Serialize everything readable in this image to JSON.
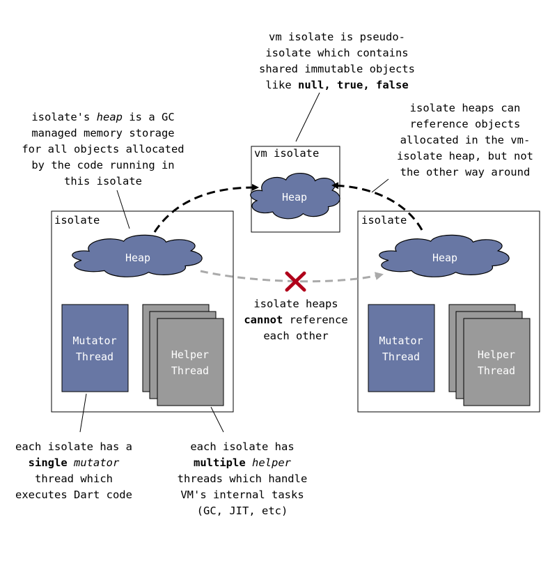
{
  "colors": {
    "heap_fill": "#6877a4",
    "mutator_fill": "#6877a4",
    "helper_fill": "#9a9a9a",
    "broken_arrow": "#aaaaaa",
    "cross": "#b0001a"
  },
  "vm_isolate": {
    "label": "vm isolate",
    "heap_label": "Heap"
  },
  "left_isolate": {
    "label": "isolate",
    "heap_label": "Heap",
    "mutator_line1": "Mutator",
    "mutator_line2": "Thread",
    "helper_line1": "Helper",
    "helper_line2": "Thread"
  },
  "right_isolate": {
    "label": "isolate",
    "heap_label": "Heap",
    "mutator_line1": "Mutator",
    "mutator_line2": "Thread",
    "helper_line1": "Helper",
    "helper_line2": "Thread"
  },
  "notes": {
    "vm": {
      "line1": "vm isolate is pseudo-",
      "line2": "isolate which contains",
      "line3": "shared immutable objects",
      "line4_prefix": "like ",
      "line4_bold": "null, true, false"
    },
    "heap": {
      "line1": "isolate's ",
      "line1_italic": "heap",
      "line1_suffix": " is a GC",
      "line2": "managed memory storage",
      "line3": "for all objects allocated",
      "line4": "by the code running in",
      "line5": "this isolate"
    },
    "reference": {
      "line1": "isolate heaps can",
      "line2": "reference objects",
      "line3": "allocated in the vm-",
      "line4": "isolate heap, but not",
      "line5": "the other way around"
    },
    "cannot": {
      "line1": "isolate heaps",
      "line2_bold": "cannot",
      "line2_suffix": " reference",
      "line3": "each other"
    },
    "mutator": {
      "line1": "each isolate has a",
      "line2_bold": "single",
      "line2_italic": "mutator",
      "line3": "thread which",
      "line4": "executes Dart code"
    },
    "helper": {
      "line1": "each isolate has",
      "line2_bold": "multiple",
      "line2_italic": "helper",
      "line3": "threads which handle",
      "line4": "VM's internal tasks",
      "line5": "(GC, JIT, etc)"
    }
  }
}
